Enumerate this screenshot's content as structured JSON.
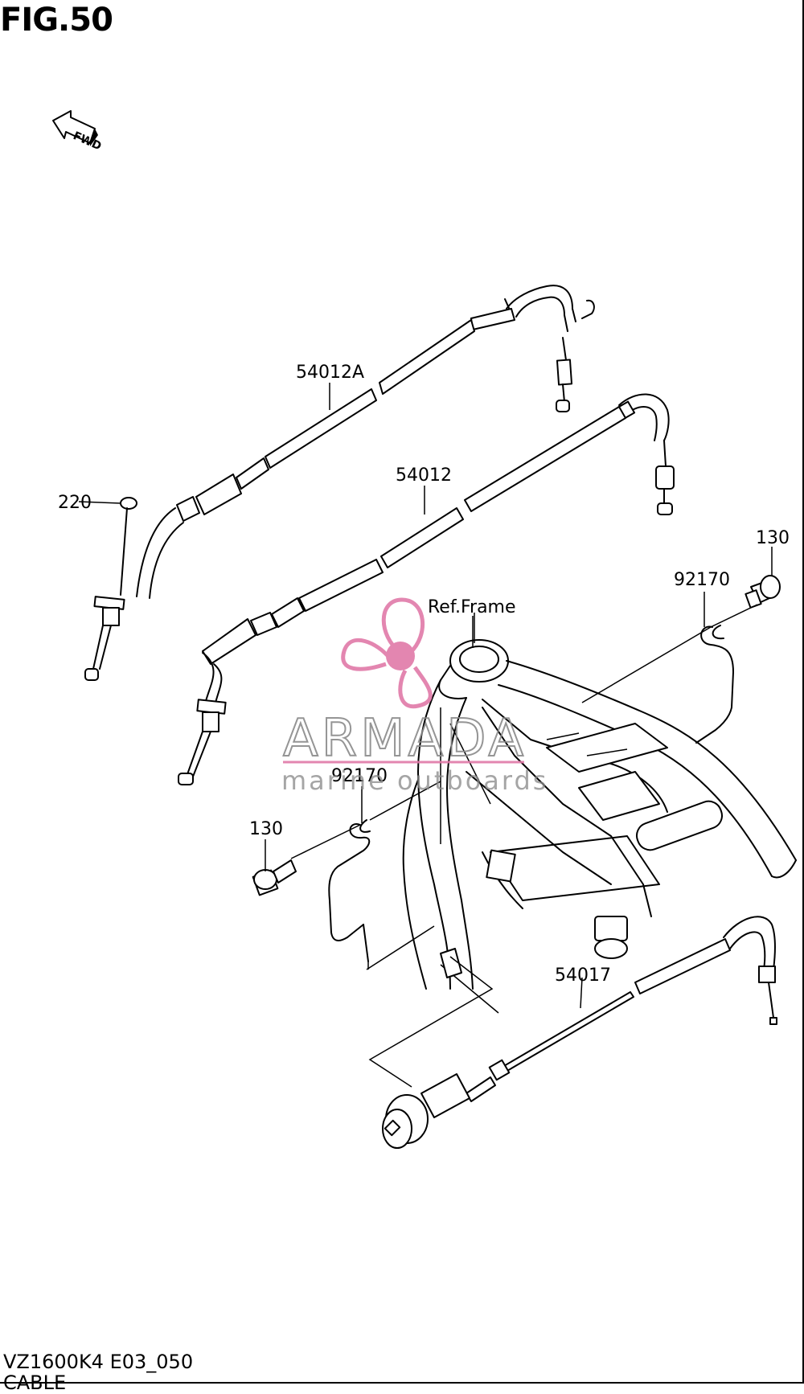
{
  "figure": {
    "title": "FIG.50",
    "model_code": "VZ1600K4 E03_050",
    "caption": "CABLE"
  },
  "direction_marker": {
    "label": "FWD",
    "icon": "fwd-arrow-icon"
  },
  "callouts": {
    "throttle_cable_a": "54012A",
    "throttle_cable": "54012",
    "screw": "220",
    "bolt_right": "130",
    "clamp_right": "92170",
    "frame_ref": "Ref.Frame",
    "clamp_left": "92170",
    "bolt_left": "130",
    "choke_cable": "54017"
  },
  "watermark": {
    "brand": "ARMADA",
    "tagline": "marine outboards",
    "color": "#e07aa8"
  }
}
